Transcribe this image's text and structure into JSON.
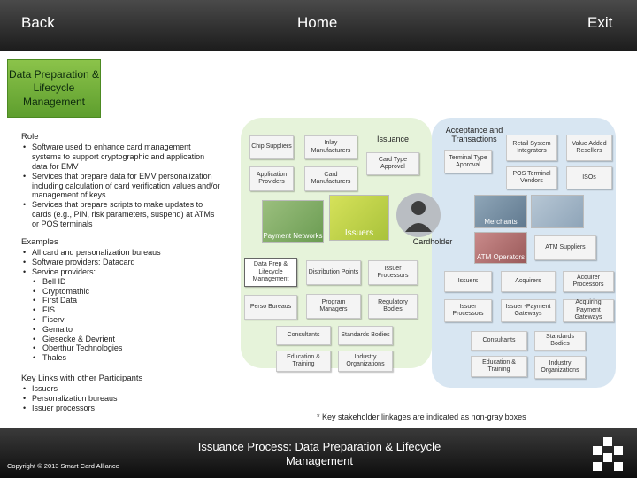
{
  "nav": {
    "back": "Back",
    "home": "Home",
    "exit": "Exit"
  },
  "badge": "Data Preparation & Lifecycle Management",
  "role": {
    "heading": "Role",
    "items": [
      "Software used to enhance card management systems to support cryptographic and application data for EMV",
      "Services that prepare data for EMV personalization including calculation of card verification values and/or management of keys",
      "Services that prepare scripts to make updates to cards (e.g., PIN, risk parameters, suspend) at ATMs or POS terminals"
    ]
  },
  "examples": {
    "heading": "Examples",
    "items": [
      "All card and personalization bureaus",
      "Software providers: Datacard",
      "Service providers:"
    ],
    "sub_items": [
      "Bell ID",
      "Cryptomathic",
      "First Data",
      "FIS",
      "Fiserv",
      "Gemalto",
      "Giesecke & Devrient",
      "Oberthur Technologies",
      "Thales"
    ]
  },
  "key_links": {
    "heading": "Key Links with other Participants",
    "items": [
      "Issuers",
      "Personalization bureaus",
      "Issuer processors"
    ]
  },
  "diagram": {
    "issuance_label": "Issuance",
    "acceptance_label": "Acceptance and Transactions",
    "cardholder_label": "Cardholder",
    "issuers_pic": "Issuers",
    "merchants_pic": "Merchants",
    "network_pic": "Payment Networks",
    "atm_pic": "ATM Operators",
    "boxes": {
      "chip_suppliers": "Chip Suppliers",
      "inlay_manufacturers": "Inlay Manufacturers",
      "application_providers": "Application Providers",
      "card_manufacturers": "Card Manufacturers",
      "card_type_approval": "Card Type Approval",
      "terminal_type_approval": "Terminal Type Approval",
      "retail_system_integrators": "Retail System Integrators",
      "value_added_resellers": "Value Added Resellers",
      "pos_terminal_vendors": "POS Terminal Vendors",
      "isos": "ISOs",
      "atm_suppliers": "ATM Suppliers",
      "data_prep": "Data Prep & Lifecycle Management",
      "distribution_points": "Distribution Points",
      "issuer_processors": "Issuer Processors",
      "perso_bureaus": "Perso Bureaus",
      "program_managers": "Program Managers",
      "regulatory_bodies": "Regulatory Bodies",
      "consultants_left": "Consultants",
      "standards_bodies_left": "Standards Bodies",
      "education_training_left": "Education & Training",
      "industry_orgs_left": "Industry Organizations",
      "issuers": "Issuers",
      "acquirers": "Acquirers",
      "acquirer_processors": "Acquirer Processors",
      "issuer_processors_right": "Issuer Processors",
      "issuer_payment_gateways": "Issuer -Payment Gateways",
      "acquiring_payment_gateways": "Acquiring Payment Gateways",
      "consultants_right": "Consultants",
      "standards_bodies_right": "Standards Bodies",
      "education_training_right": "Education & Training",
      "industry_orgs_right": "Industry Organizations"
    }
  },
  "note": "* Key stakeholder linkages are indicated as non-gray boxes",
  "footer": {
    "copyright": "Copyright © 2013 Smart Card Alliance",
    "title": "Issuance Process: Data Preparation & Lifecycle Management"
  },
  "colors": {
    "accent_green": "#8bc34a",
    "issuance_zone": "#e6f3da",
    "acceptance_zone": "#d8e6f2"
  },
  "icons": {
    "logo": "smart-card-alliance-logo-icon",
    "cardholder": "person-icon"
  }
}
